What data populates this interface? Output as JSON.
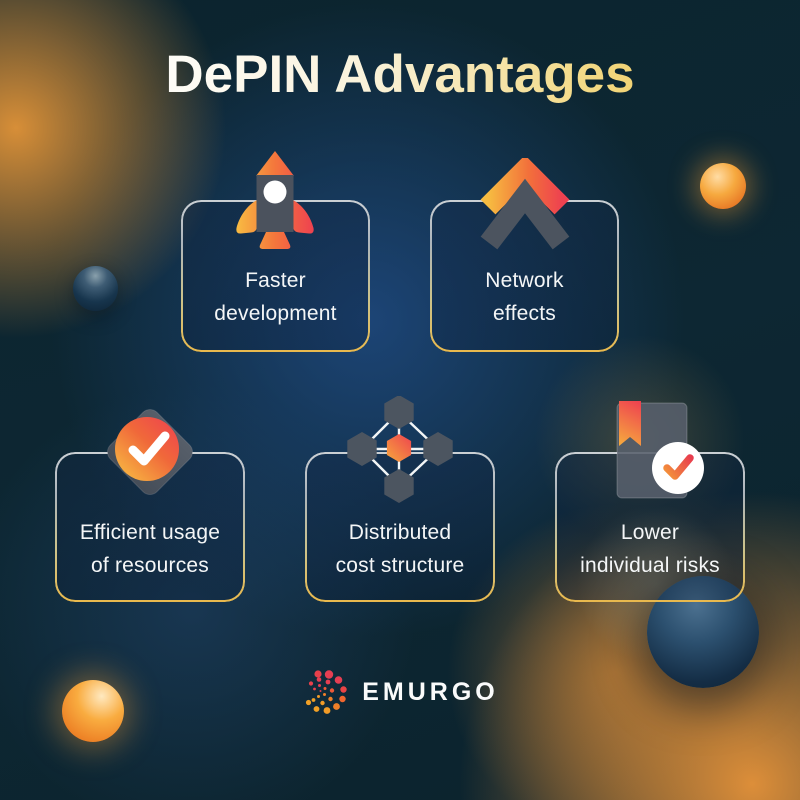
{
  "title": "DePIN Advantages",
  "cards": [
    {
      "icon": "rocket-icon",
      "label_line1": "Faster",
      "label_line2": "development"
    },
    {
      "icon": "double-chevron-up-icon",
      "label_line1": "Network",
      "label_line2": "effects"
    },
    {
      "icon": "check-diamond-icon",
      "label_line1": "Efficient usage",
      "label_line2": "of resources"
    },
    {
      "icon": "network-nodes-icon",
      "label_line1": "Distributed",
      "label_line2": "cost structure"
    },
    {
      "icon": "bookmark-check-icon",
      "label_line1": "Lower",
      "label_line2": "individual risks"
    }
  ],
  "footer": {
    "brand": "EMURGO"
  },
  "colors": {
    "background_teal": "#0C242E",
    "blob_blue": "#20518C",
    "blob_orange": "#E89438",
    "card_border_top": "#C9CED3",
    "card_border_bottom": "#E8B84E",
    "icon_gray": "#4C545F",
    "icon_gradient_start": "#F8BC42",
    "icon_gradient_end": "#EE4150",
    "title_gradient_start": "#FFFFFF",
    "title_gradient_end": "#EDBF4C",
    "card_text": "#F4F6F7"
  }
}
